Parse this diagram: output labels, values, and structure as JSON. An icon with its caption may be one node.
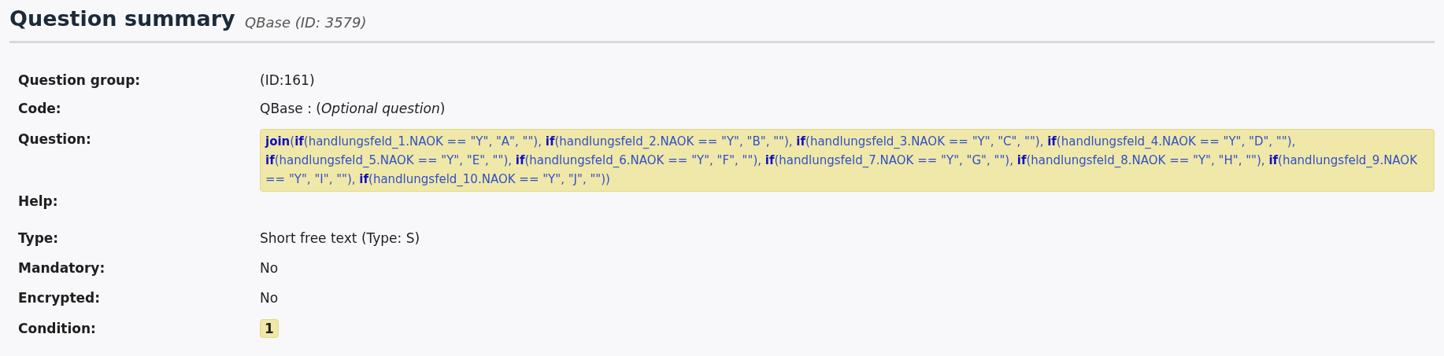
{
  "diagram": {
    "title": "Question summary",
    "labels": [
      "QBase (ID: 3579)",
      "Question group:",
      "(ID:161)",
      "Code:",
      "QBase : (*Optional question*)",
      "Question:",
      "**join**(**if**(handlungsfeld_1.NAOK == \"Y\", \"A\", \"\"), **if**(handlungsfeld_2.NAOK == \"Y\", \"B\", \"\"), **if**(handlungsfeld_3.NAOK == \"Y\", \"C\", \"\"), **if**(handlungsfeld_4.NAOK == \"Y\", \"D\", \"\"), **if**(handlungsfeld_5.NAOK == \"Y\", \"E\", \"\"), **if**(handlungsfeld_6.NAOK == \"Y\", \"F\", \"\"), **if**(handlungsfeld_7.NAOK == \"Y\", \"G\", \"\"), **if**(handlungsfeld_8.NAOK == \"Y\", \"H\", \"\"), **if**(handlungsfeld_9.NAOK == \"Y\", \"I\", \"\"), **if**(handlungsfeld_10.NAOK == \"Y\", \"J\", \"\"))",
      "Help:",
      "Type:",
      "Short free text (Type: S)",
      "Mandatory:",
      "No",
      "Encrypted:",
      "No",
      "Condition:",
      "1"
    ]
  }
}
